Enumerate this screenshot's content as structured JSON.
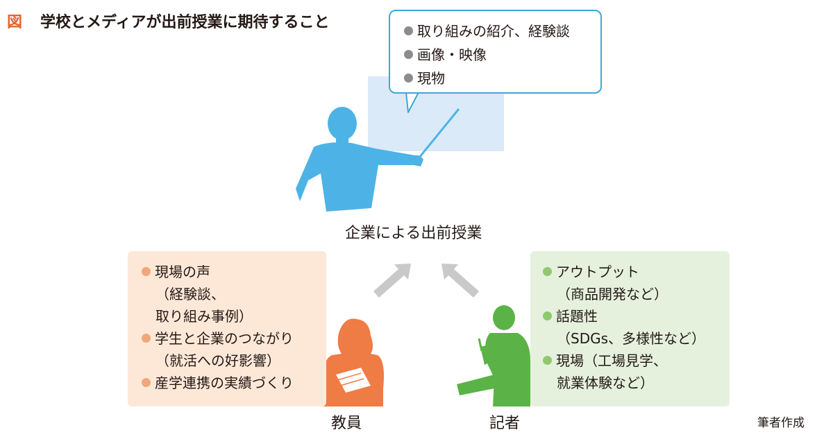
{
  "title": {
    "prefix": "図",
    "text": "学校とメディアが出前授業に期待すること"
  },
  "bubble": {
    "items": [
      "取り組みの紹介、経験談",
      "画像・映像",
      "現物"
    ]
  },
  "center_label": "企業による出前授業",
  "left_box": {
    "items": [
      {
        "lines": [
          "現場の声",
          "（経験談、",
          "取り組み事例）"
        ]
      },
      {
        "lines": [
          "学生と企業のつながり",
          "（就活への好影響）"
        ]
      },
      {
        "lines": [
          "産学連携の実績づくり"
        ]
      }
    ]
  },
  "right_box": {
    "items": [
      {
        "lines": [
          "アウトプット",
          "（商品開発など）"
        ]
      },
      {
        "lines": [
          "話題性",
          "（SDGs、多様性など）"
        ]
      },
      {
        "lines": [
          "現場（工場見学、",
          "就業体験など）"
        ]
      }
    ]
  },
  "labels": {
    "teacher": "教員",
    "reporter": "記者"
  },
  "credit": "筆者作成",
  "colors": {
    "accent": "#e8622a",
    "presenter": "#4db3e6",
    "teacher": "#ef7b45",
    "reporter": "#5bb347",
    "arrow": "#c9c9c9"
  }
}
